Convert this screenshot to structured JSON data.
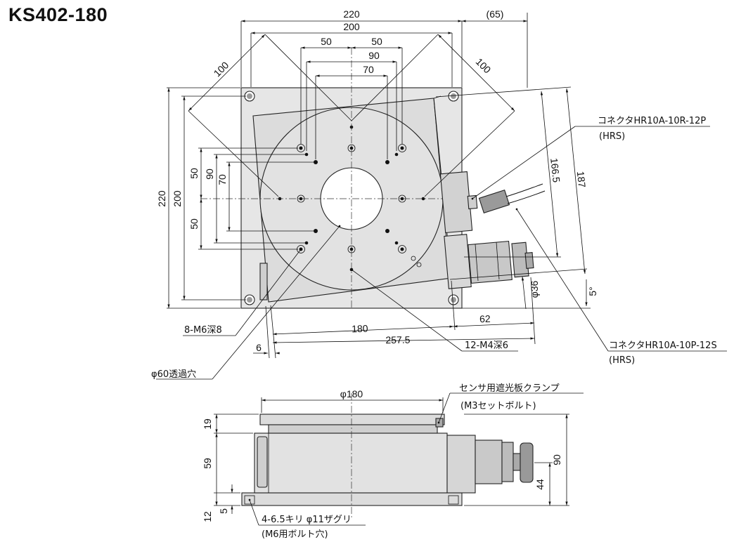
{
  "title": "KS402-180",
  "top_view": {
    "dims": {
      "width_220": "220",
      "width_200": "200",
      "offset_65": "(65)",
      "hole_50_left": "50",
      "hole_50_right": "50",
      "hole_90": "90",
      "hole_70": "70",
      "diag_100_left": "100",
      "diag_100_right": "100",
      "height_220": "220",
      "height_200": "200",
      "v_50_top": "50",
      "v_90": "90",
      "v_70": "70",
      "v_50_bottom": "50",
      "len_166_5": "166.5",
      "len_187": "187",
      "phi36": "φ36",
      "angle_5": "5°",
      "len_180": "180",
      "len_62": "62",
      "len_257_5": "257.5",
      "len_6": "6"
    },
    "callouts": {
      "connector_top": "コネクタHR10A-10R-12P",
      "connector_top_maker": "(HRS)",
      "connector_bottom": "コネクタHR10A-10P-12S",
      "connector_bottom_maker": "(HRS)",
      "m6_holes": "8-M6深8",
      "m4_holes": "12-M4深6",
      "through_hole": "φ60透過穴"
    }
  },
  "side_view": {
    "dims": {
      "phi180": "φ180",
      "h19": "19",
      "h59": "59",
      "h12": "12",
      "h5": "5",
      "h90": "90",
      "h44": "44"
    },
    "callouts": {
      "sensor_clamp": "センサ用遮光板クランプ",
      "sensor_clamp_note": "(M3セットボルト)",
      "counterbore": "4-6.5キリ φ11ザグリ",
      "counterbore_note": "(M6用ボルト穴)"
    }
  }
}
